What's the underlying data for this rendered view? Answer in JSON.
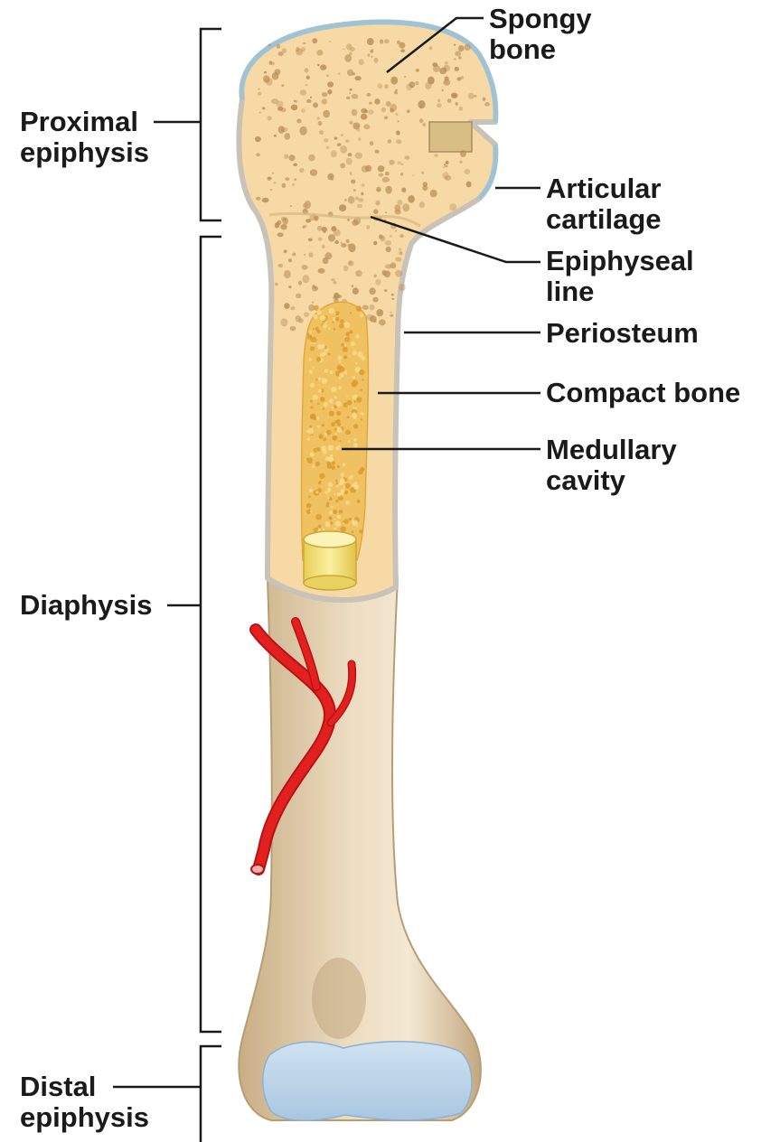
{
  "labels": {
    "spongy_bone": [
      "Spongy",
      "bone"
    ],
    "articular_cartilage": [
      "Articular",
      "cartilage"
    ],
    "epiphyseal_line": [
      "Epiphyseal",
      "line"
    ],
    "periosteum": [
      "Periosteum"
    ],
    "compact_bone": [
      "Compact bone"
    ],
    "medullary_cavity": [
      "Medullary",
      "cavity"
    ],
    "proximal_epiphysis": [
      "Proximal",
      "epiphysis"
    ],
    "diaphysis": [
      "Diaphysis"
    ],
    "distal_epiphysis": [
      "Distal",
      "epiphysis"
    ]
  },
  "colors": {
    "bone_cut": "#f6d9a4",
    "bone_surface": "#dcc7a1",
    "cartilage": "#b9d3e8",
    "periosteum": "#c9c2b8",
    "marrow": "#f0c160",
    "vessel": "#e02020",
    "spongy_pores": "#b88c55"
  }
}
